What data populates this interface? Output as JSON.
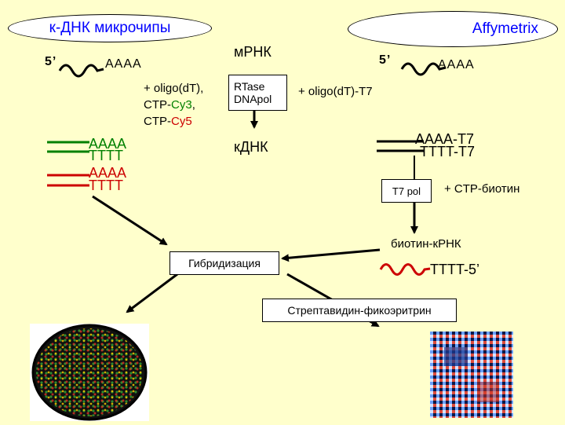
{
  "left_oval": "к-ДНК микрочипы",
  "right_oval": "Affymetrix",
  "center_title": "мРНК",
  "left_mrna": {
    "prime": "5’",
    "tail": "AAAA"
  },
  "right_mrna": {
    "prime": "5’",
    "tail": "AAAA"
  },
  "left_reagent": {
    "line1": "+ oligo(dT),",
    "line2_prefix": "CTP-",
    "line2_dye": "Cy3",
    "line2_suffix": ",",
    "line3_prefix": "CTP-",
    "line3_dye": "Cy5"
  },
  "rtase_box": {
    "line1": "RTase",
    "line2": "DNApol"
  },
  "right_reagent": "+ oligo(dT)-T7",
  "cdna": "кДНК",
  "left_duplex": {
    "green_top": "AAAA",
    "green_bottom": "TTTT",
    "red_top": "AAAA",
    "red_bottom": "TTTT"
  },
  "right_duplex": {
    "top": "AAAA-T7",
    "bottom": "TTTT-T7"
  },
  "t7pol_box": "T7 pol",
  "biotin_reagent": "+ CTP-биотин",
  "biotin_crna": "биотин-кРНК",
  "tttt_5": "TTTT-5’",
  "hybridization_box": "Гибридизация",
  "streptavidin_box": "Стрептавидин-фикоэритрин",
  "colors": {
    "green_dye": "#008000",
    "red_dye": "#cc0000",
    "oval_text": "#0000ff",
    "background": "#ffffcc"
  }
}
